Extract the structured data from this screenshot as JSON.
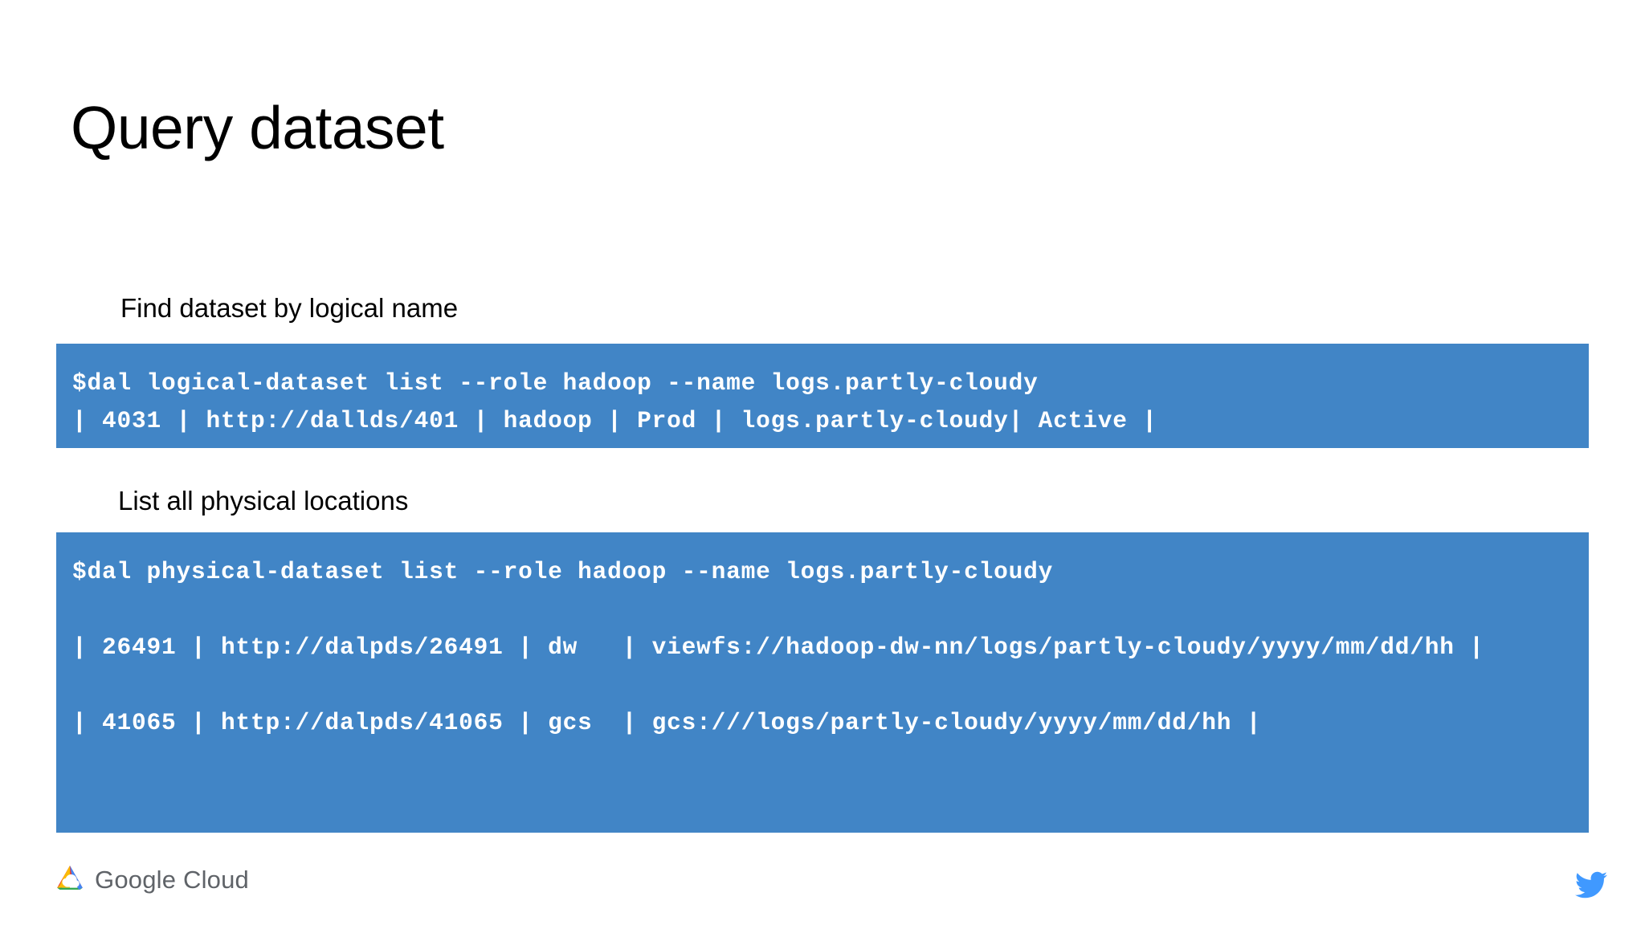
{
  "slide": {
    "title": "Query dataset"
  },
  "sections": [
    {
      "caption": "Find dataset by logical name",
      "block_name": "logical-dataset-code-block",
      "lines": [
        "$dal logical-dataset list --role hadoop --name logs.partly-cloudy",
        "| 4031 | http://dallds/401 | hadoop | Prod | logs.partly-cloudy| Active |"
      ]
    },
    {
      "caption": "List all physical locations",
      "block_name": "physical-dataset-code-block",
      "lines": [
        "$dal physical-dataset list --role hadoop --name logs.partly-cloudy",
        "",
        "| 26491 | http://dalpds/26491 | dw   | viewfs://hadoop-dw-nn/logs/partly-cloudy/yyyy/mm/dd/hh |",
        "",
        "| 41065 | http://dalpds/41065 | gcs  | gcs:///logs/partly-cloudy/yyyy/mm/dd/hh |"
      ]
    }
  ],
  "footer": {
    "brand": "Google Cloud",
    "brand_icon": "google-cloud-icon",
    "social_icon": "twitter-bird-icon"
  },
  "colors": {
    "code_block_bg": "#4185c6",
    "title_text": "#000000",
    "code_text": "#ffffff",
    "wordmark_text": "#5f6368",
    "twitter_blue": "#4099ff"
  }
}
